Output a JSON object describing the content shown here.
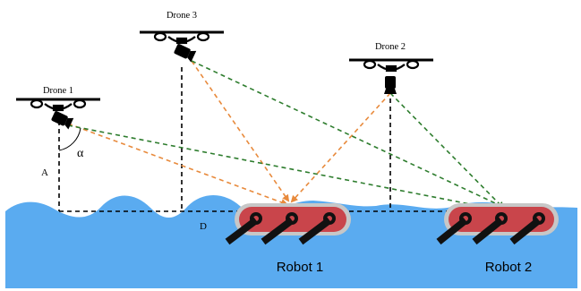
{
  "drones": [
    {
      "id": "drone1",
      "label": "Drone 1",
      "camera": "tilted"
    },
    {
      "id": "drone2",
      "label": "Drone 2",
      "camera": "down"
    },
    {
      "id": "drone3",
      "label": "Drone 3",
      "camera": "tilted"
    }
  ],
  "robots": [
    {
      "id": "robot1",
      "label": "Robot 1"
    },
    {
      "id": "robot2",
      "label": "Robot 2"
    }
  ],
  "annotations": {
    "altitude": "A",
    "angle": "α",
    "distance": "D"
  },
  "colors": {
    "water": "#5aabf0",
    "water_dark": "#3f93dc",
    "robot_body": "#c9454b",
    "robot_track": "#c7c7c7",
    "wheel_arm": "#111111",
    "ray_orange": "#e88a3c",
    "ray_green": "#2e7d2e",
    "frame": "#000000"
  }
}
